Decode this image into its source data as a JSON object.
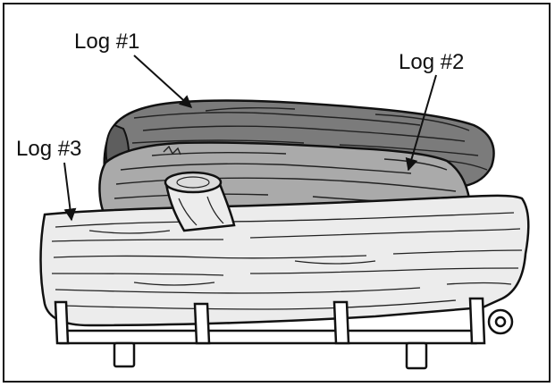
{
  "diagram": {
    "labels": {
      "log1": "Log #1",
      "log2": "Log #2",
      "log3": "Log #3"
    },
    "colors": {
      "outline": "#111111",
      "log1_fill": "#7b7b7b",
      "log2_fill": "#aaaaaa",
      "log3_fill": "#ececec",
      "grate_fill": "#ffffff"
    }
  }
}
